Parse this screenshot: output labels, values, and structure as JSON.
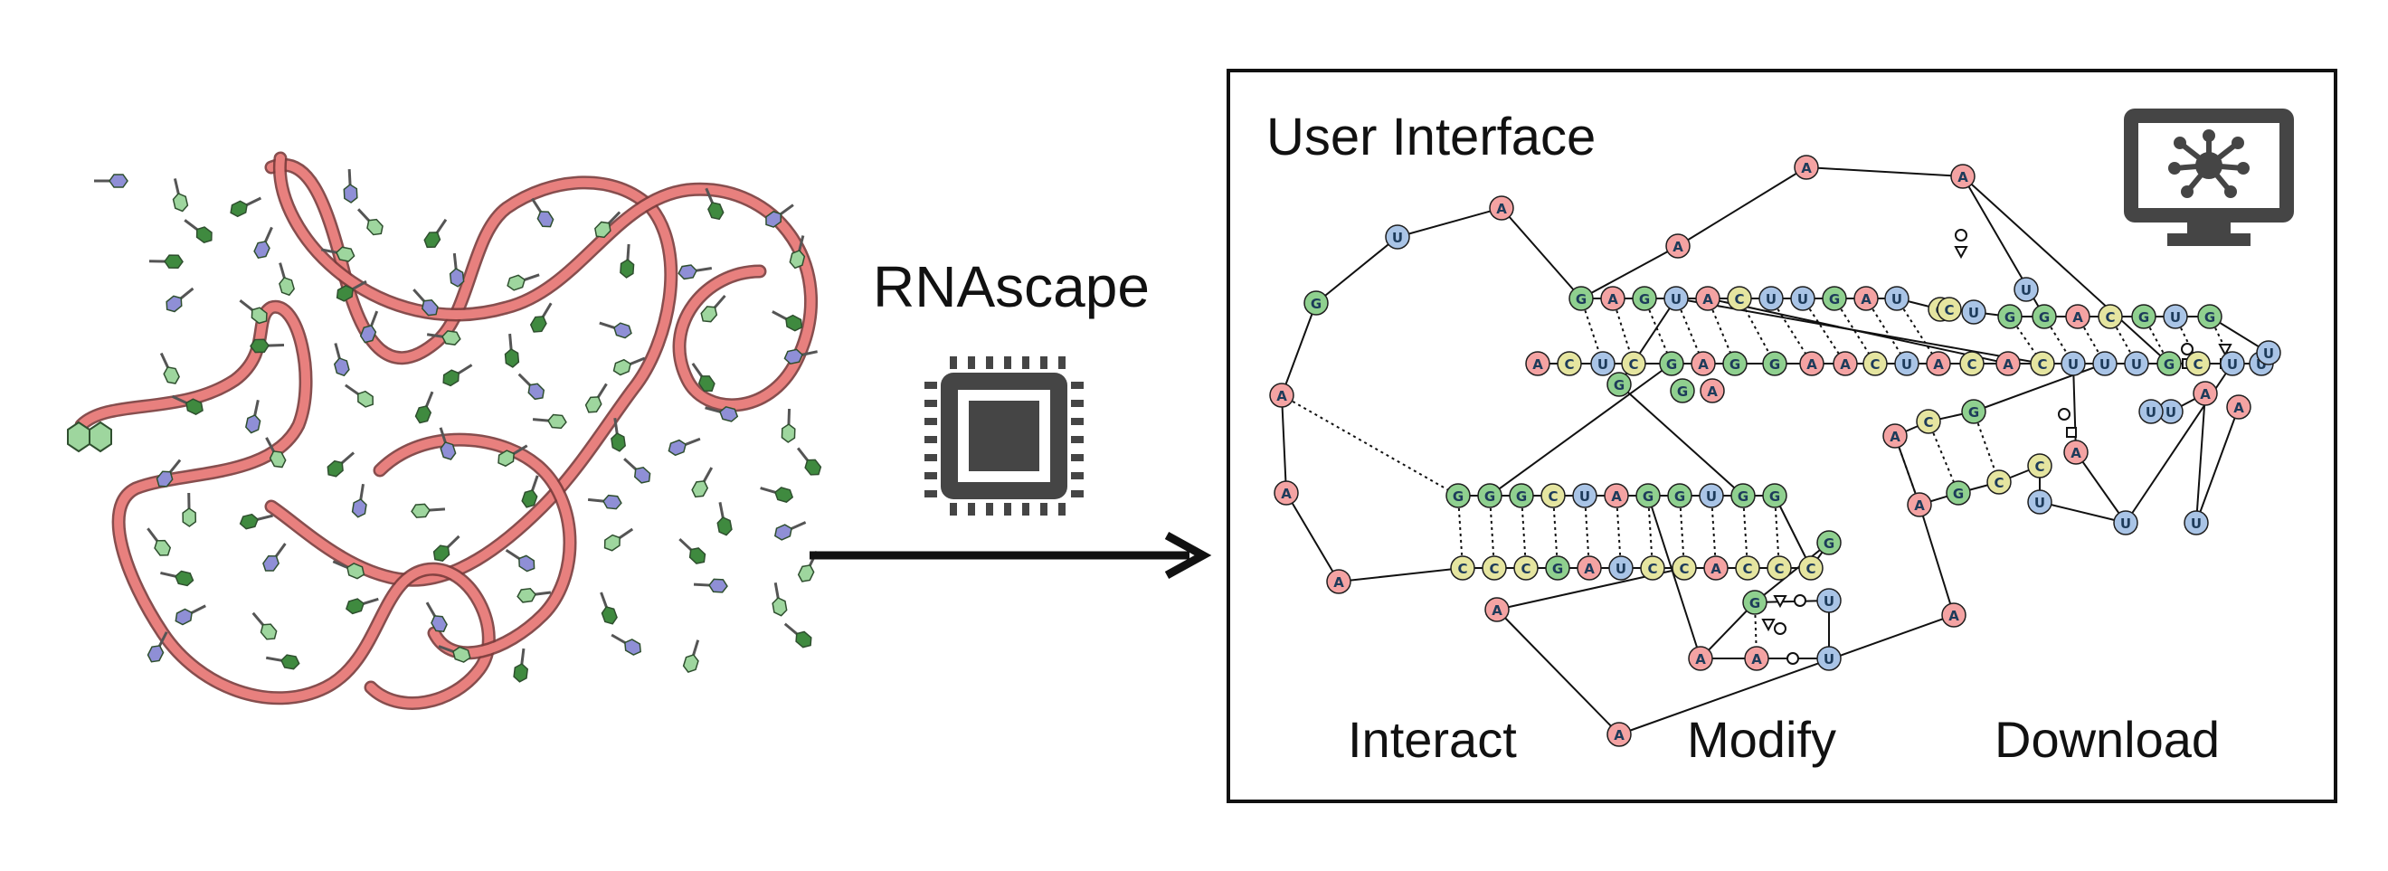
{
  "tool_name": "RNAscape",
  "panel_title": "User Interface",
  "actions": [
    "Interact",
    "Modify",
    "Download"
  ],
  "colors": {
    "A": "#f4a3a3",
    "C": "#e5e5a0",
    "G": "#8fd08f",
    "U": "#a9c4e6",
    "backbone": "#e8807e",
    "frame": "#111111",
    "icon": "#454545"
  },
  "icons": [
    "rna-3d-structure-image",
    "cpu-chip-icon",
    "right-arrow-icon",
    "monitor-network-icon"
  ],
  "diagram": {
    "sequences": {
      "top_helix_upper": "GAGUACUUGAUCUGGACGUG",
      "top_helix_lower": "ACUCGAGGAACUACACUUUGCUU",
      "bottom_helix_upper": "GGGCUAGGUGG",
      "bottom_helix_lower": "CCCGAUCCACCC",
      "right_helix": "ACGACGCA",
      "loop_nucleotides": "UGAAAAAAAUGUUAAAAA"
    }
  }
}
